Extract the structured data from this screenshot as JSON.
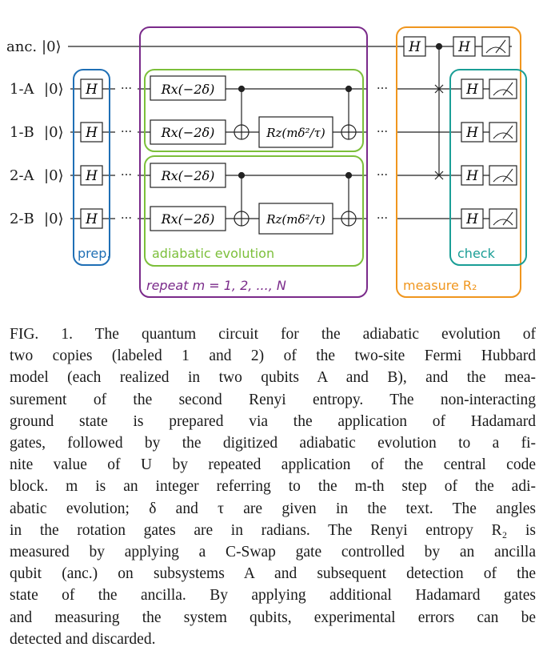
{
  "circuit": {
    "ancilla_label": "anc.",
    "ket_zero": "|0⟩",
    "qubit_labels": [
      "1-A",
      "1-B",
      "2-A",
      "2-B"
    ],
    "gate_h": "H",
    "gate_rx": "Rx(−2δ)",
    "gate_rz": "Rz(mδ²/τ)",
    "ellipsis": "···",
    "boxes": {
      "prep": "prep.",
      "adiabatic": "adiabatic evolution",
      "repeat": "repeat m = 1, 2, ..., N",
      "measure": "measure R₂",
      "check": "check"
    },
    "colors": {
      "prep": "#1f6fb5",
      "adiabatic": "#7cbf3a",
      "repeat": "#7a2a8a",
      "measure": "#f0961e",
      "check": "#1a9e96"
    }
  },
  "caption": {
    "lines": [
      "FIG. 1. The quantum circuit for the adiabatic evolution of",
      "two copies (labeled 1 and 2) of the two-site Fermi Hubbard",
      "model (each realized in two qubits A and B), and the mea-",
      "surement of the second Renyi entropy. The non-interacting",
      "ground state is prepared via the application of Hadamard",
      "gates, followed by the digitized adiabatic evolution to a fi-",
      "nite value of U by repeated application of the central code",
      "block. m is an integer referring to the m-th step of the adi-",
      "abatic evolution; δ and τ are given in the text. The angles",
      "in the rotation gates are in radians. The Renyi entropy R₂ is",
      "measured by applying a C-Swap gate controlled by an ancilla",
      "qubit (anc.) on subsystems A and subsequent detection of the",
      "state of the ancilla. By applying additional Hadamard gates",
      "and measuring the system qubits, experimental errors can be",
      "detected and discarded."
    ]
  }
}
